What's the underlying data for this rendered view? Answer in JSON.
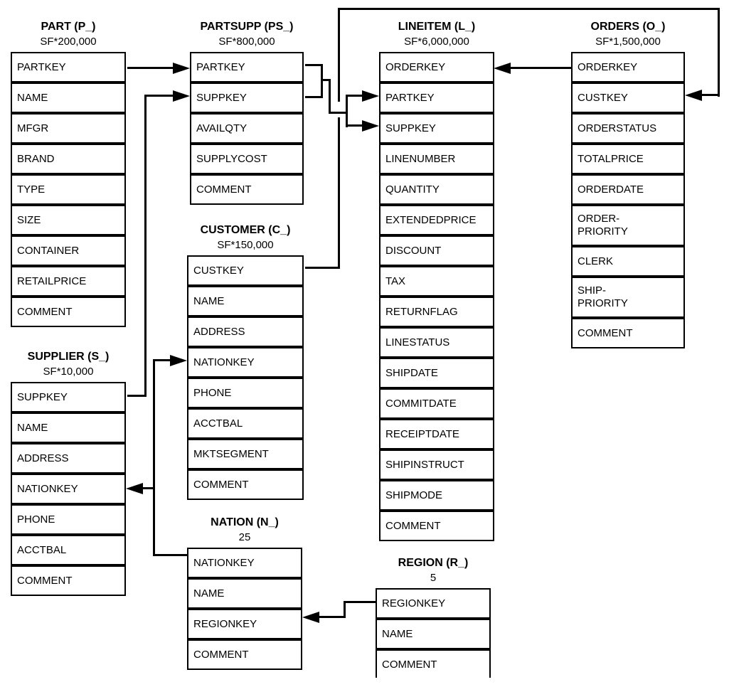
{
  "tables": [
    {
      "id": "part",
      "title": "PART (P_)",
      "cardinality": "SF*200,000",
      "fields": [
        "PARTKEY",
        "NAME",
        "MFGR",
        "BRAND",
        "TYPE",
        "SIZE",
        "CONTAINER",
        "RETAILPRICE",
        "COMMENT"
      ]
    },
    {
      "id": "partsupp",
      "title": "PARTSUPP (PS_)",
      "cardinality": "SF*800,000",
      "fields": [
        "PARTKEY",
        "SUPPKEY",
        "AVAILQTY",
        "SUPPLYCOST",
        "COMMENT"
      ]
    },
    {
      "id": "lineitem",
      "title": "LINEITEM (L_)",
      "cardinality": "SF*6,000,000",
      "fields": [
        "ORDERKEY",
        "PARTKEY",
        "SUPPKEY",
        "LINENUMBER",
        "QUANTITY",
        "EXTENDEDPRICE",
        "DISCOUNT",
        "TAX",
        "RETURNFLAG",
        "LINESTATUS",
        "SHIPDATE",
        "COMMITDATE",
        "RECEIPTDATE",
        "SHIPINSTRUCT",
        "SHIPMODE",
        "COMMENT"
      ]
    },
    {
      "id": "orders",
      "title": "ORDERS (O_)",
      "cardinality": "SF*1,500,000",
      "fields": [
        "ORDERKEY",
        "CUSTKEY",
        "ORDERSTATUS",
        "TOTALPRICE",
        "ORDERDATE",
        "ORDER-\nPRIORITY",
        "CLERK",
        "SHIP-\nPRIORITY",
        "COMMENT"
      ]
    },
    {
      "id": "supplier",
      "title": "SUPPLIER (S_)",
      "cardinality": "SF*10,000",
      "fields": [
        "SUPPKEY",
        "NAME",
        "ADDRESS",
        "NATIONKEY",
        "PHONE",
        "ACCTBAL",
        "COMMENT"
      ]
    },
    {
      "id": "customer",
      "title": "CUSTOMER (C_)",
      "cardinality": "SF*150,000",
      "fields": [
        "CUSTKEY",
        "NAME",
        "ADDRESS",
        "NATIONKEY",
        "PHONE",
        "ACCTBAL",
        "MKTSEGMENT",
        "COMMENT"
      ]
    },
    {
      "id": "nation",
      "title": "NATION (N_)",
      "cardinality": "25",
      "fields": [
        "NATIONKEY",
        "NAME",
        "REGIONKEY",
        "COMMENT"
      ]
    },
    {
      "id": "region",
      "title": "REGION (R_)",
      "cardinality": "5",
      "fields": [
        "REGIONKEY",
        "NAME",
        "COMMENT"
      ]
    }
  ],
  "relationships": [
    {
      "id": "fk-part-partkey-to-partsupp-partkey",
      "from": "PART.PARTKEY",
      "to": "PARTSUPP.PARTKEY"
    },
    {
      "id": "fk-supplier-suppkey-to-partsupp-suppkey",
      "from": "SUPPLIER.SUPPKEY",
      "to": "PARTSUPP.SUPPKEY"
    },
    {
      "id": "fk-partsupp-keys-to-lineitem-partkey-suppkey",
      "from": "PARTSUPP.PARTKEY+SUPPKEY",
      "to": "LINEITEM.PARTKEY+SUPPKEY"
    },
    {
      "id": "fk-orders-orderkey-to-lineitem-orderkey",
      "from": "ORDERS.ORDERKEY",
      "to": "LINEITEM.ORDERKEY"
    },
    {
      "id": "fk-customer-custkey-to-orders-custkey",
      "from": "CUSTOMER.CUSTKEY",
      "to": "ORDERS.CUSTKEY"
    },
    {
      "id": "fk-nation-nationkey-to-supplier-nationkey",
      "from": "NATION.NATIONKEY",
      "to": "SUPPLIER.NATIONKEY"
    },
    {
      "id": "fk-nation-nationkey-to-customer-nationkey",
      "from": "NATION.NATIONKEY",
      "to": "CUSTOMER.NATIONKEY"
    },
    {
      "id": "fk-region-regionkey-to-nation-regionkey",
      "from": "REGION.REGIONKEY",
      "to": "NATION.REGIONKEY"
    }
  ],
  "colors": {
    "background": "#ffffff",
    "line": "#000000",
    "text": "#000000"
  }
}
